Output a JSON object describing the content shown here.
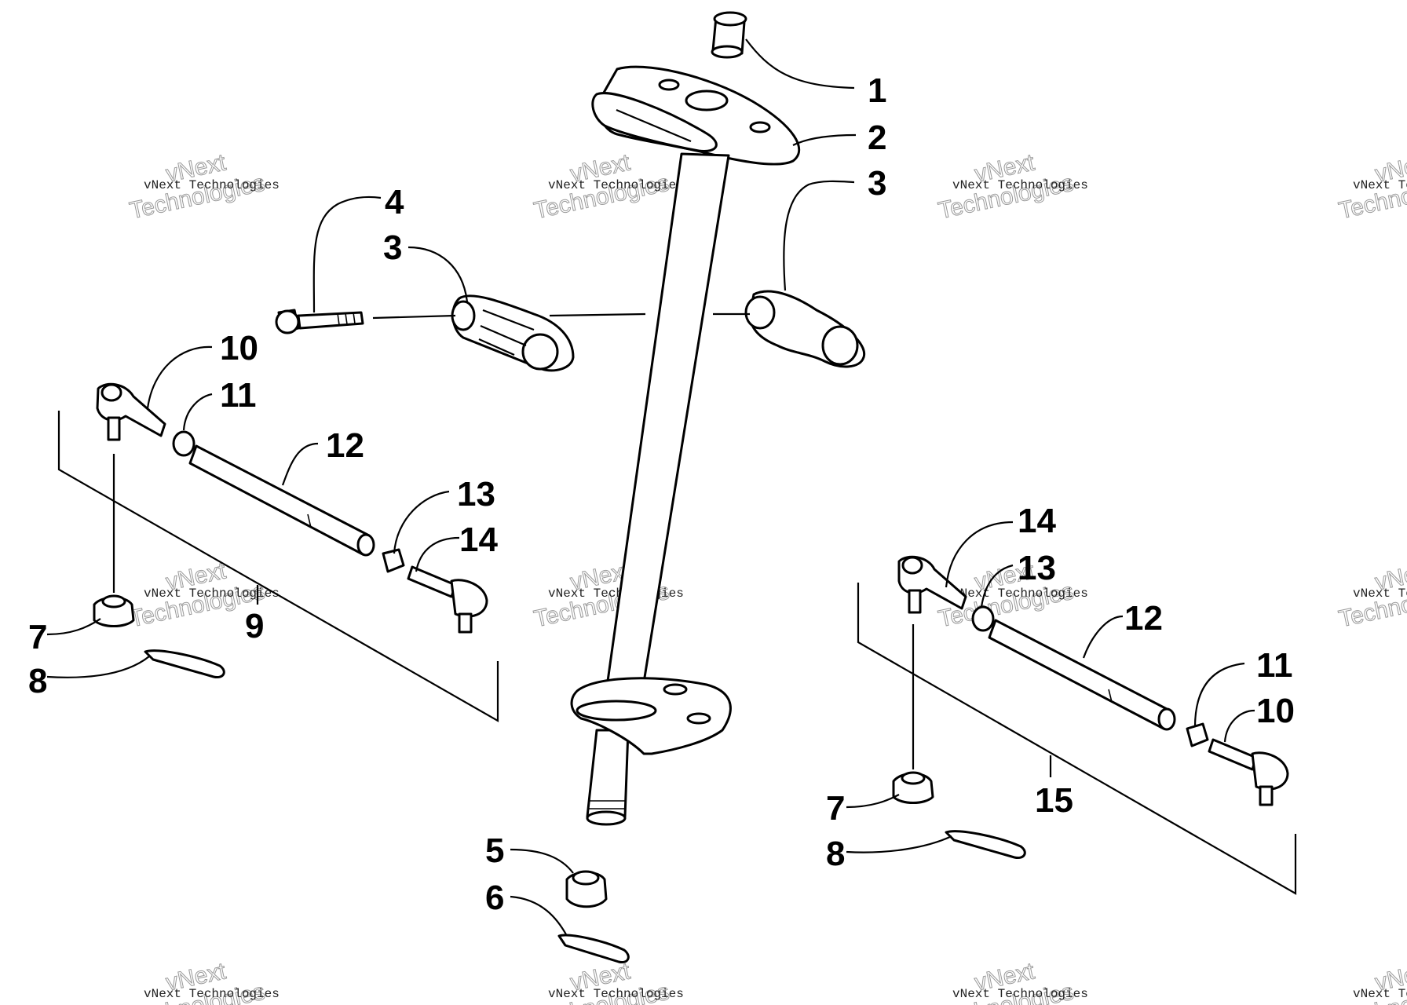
{
  "callouts": [
    {
      "id": "c1",
      "label": "1"
    },
    {
      "id": "c2",
      "label": "2"
    },
    {
      "id": "c3a",
      "label": "3"
    },
    {
      "id": "c3b",
      "label": "3"
    },
    {
      "id": "c4",
      "label": "4"
    },
    {
      "id": "c5",
      "label": "5"
    },
    {
      "id": "c6",
      "label": "6"
    },
    {
      "id": "c7a",
      "label": "7"
    },
    {
      "id": "c7b",
      "label": "7"
    },
    {
      "id": "c8a",
      "label": "8"
    },
    {
      "id": "c8b",
      "label": "8"
    },
    {
      "id": "c9",
      "label": "9"
    },
    {
      "id": "c10a",
      "label": "10"
    },
    {
      "id": "c10b",
      "label": "10"
    },
    {
      "id": "c11a",
      "label": "11"
    },
    {
      "id": "c11b",
      "label": "11"
    },
    {
      "id": "c12a",
      "label": "12"
    },
    {
      "id": "c12b",
      "label": "12"
    },
    {
      "id": "c13a",
      "label": "13"
    },
    {
      "id": "c13b",
      "label": "13"
    },
    {
      "id": "c14a",
      "label": "14"
    },
    {
      "id": "c14b",
      "label": "14"
    },
    {
      "id": "c15",
      "label": "15"
    }
  ],
  "watermark": {
    "line1": "vNext Technologies",
    "line2": "vNext",
    "line3": "Technologies"
  }
}
